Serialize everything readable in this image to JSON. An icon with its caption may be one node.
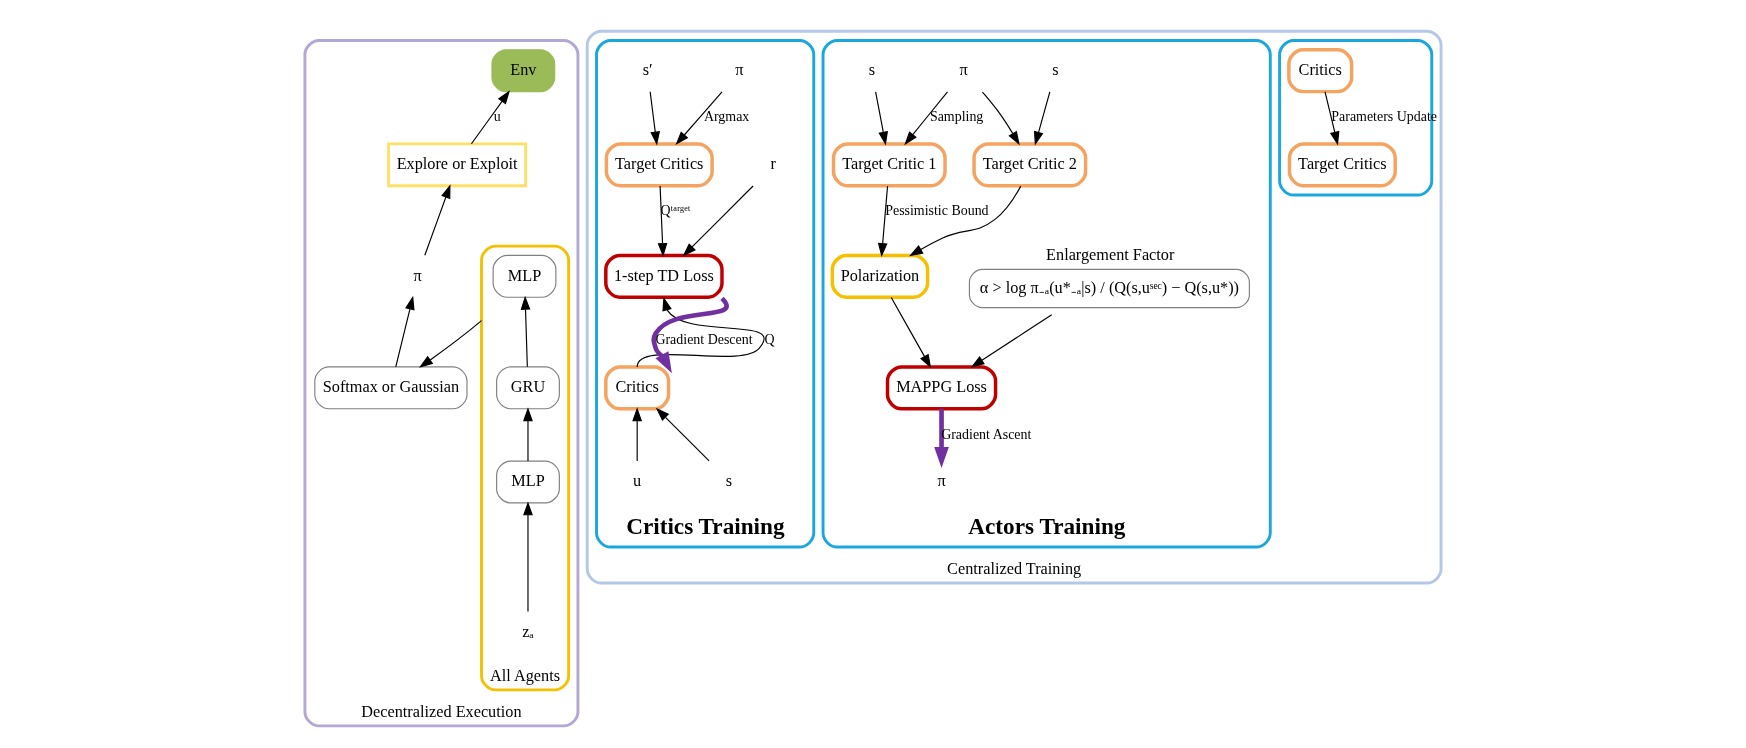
{
  "diagram": {
    "nodes": [
      {
        "text": [
          "Decentralized Execution"
        ]
      },
      {
        "text": [
          "All Agents"
        ],
        "in": 0
      },
      {
        "text": [
          "MLP"
        ],
        "in": 1
      },
      {
        "text": [
          "GRU"
        ],
        "in": 1
      },
      {
        "text": [
          "MLP"
        ],
        "in": 1
      },
      {
        "text": [
          "zₐ"
        ],
        "in": 1
      },
      {
        "text": [
          "Softmax or Gaussian"
        ],
        "in": 0
      },
      {
        "text": [
          "π"
        ],
        "in": 0
      },
      {
        "text": [
          "Explore or Exploit"
        ],
        "in": 0
      },
      {
        "text": [
          "Env"
        ],
        "in": 0
      },
      {
        "text": [
          "Centralized Training"
        ]
      },
      {
        "text": [
          "Critics Training"
        ],
        "in": 10
      },
      {
        "text": [
          "s′"
        ],
        "in": 11
      },
      {
        "text": [
          "π"
        ],
        "in": 11
      },
      {
        "text": [
          "Target Critics"
        ],
        "in": 11
      },
      {
        "text": [
          "r"
        ],
        "in": 11
      },
      {
        "text": [
          "1-step TD Loss"
        ],
        "in": 11
      },
      {
        "text": [
          "Critics"
        ],
        "in": 11
      },
      {
        "text": [
          "s"
        ],
        "in": 11
      },
      {
        "text": [
          "u"
        ],
        "in": 11
      },
      {
        "text": [
          "Actors Training"
        ],
        "in": 10
      },
      {
        "text": [
          "s"
        ],
        "in": 20
      },
      {
        "text": [
          "π"
        ],
        "in": 20
      },
      {
        "text": [
          "s"
        ],
        "in": 20
      },
      {
        "text": [
          "Target Critic 1"
        ],
        "in": 20
      },
      {
        "text": [
          "Target Critic 2"
        ],
        "in": 20
      },
      {
        "text": [
          "Polarization"
        ],
        "in": 20
      },
      {
        "text": [
          "α > log π₋ₐ(u*₋ₐ|s) / (Q(s,uˢᵉᶜ) − Q(s,u*))"
        ],
        "beside": [
          "Enlargement Factor"
        ],
        "in": 20
      },
      {
        "text": [
          "MAPPG Loss"
        ],
        "in": 20
      },
      {
        "text": [
          "π"
        ],
        "in": 20
      },
      {
        "text": [],
        "shape": "box",
        "in": 10
      },
      {
        "text": [
          "Critics"
        ],
        "in": 30
      },
      {
        "text": [
          "Target Critics"
        ],
        "in": 30
      }
    ],
    "edges": [
      {
        "from": 5,
        "to": 4,
        "arrow": "to"
      },
      {
        "from": 4,
        "to": 3,
        "arrow": "to"
      },
      {
        "from": 3,
        "to": 2,
        "arrow": "to"
      },
      {
        "from": 1,
        "to": 6,
        "arrow": "to"
      },
      {
        "from": 6,
        "to": 7,
        "arrow": "to"
      },
      {
        "from": 7,
        "to": 8,
        "arrow": "to"
      },
      {
        "from": 8,
        "to": 9,
        "label": "u",
        "arrow": "to"
      },
      {
        "from": 12,
        "to": 14,
        "arrow": "to"
      },
      {
        "from": 13,
        "to": 14,
        "label": "Argmax",
        "arrow": "to"
      },
      {
        "from": 15,
        "to": 16,
        "arrow": "to"
      },
      {
        "from": 14,
        "to": 16,
        "label": "Qᵗᵃʳᵍᵉᵗ",
        "arrow": "to"
      },
      {
        "from": 17,
        "to": 16,
        "label": "Q",
        "arrow": "to"
      },
      {
        "from": 16,
        "to": 17,
        "label": "Gradient Descent",
        "arrow": "to",
        "style": "thick",
        "color": "#7030a0"
      },
      {
        "from": 18,
        "to": 17,
        "arrow": "to"
      },
      {
        "from": 19,
        "to": 17,
        "arrow": "to"
      },
      {
        "from": 21,
        "to": 24,
        "arrow": "to"
      },
      {
        "from": 22,
        "to": 24,
        "label": "Sampling",
        "arrow": "to"
      },
      {
        "from": 22,
        "to": 25,
        "arrow": "to"
      },
      {
        "from": 23,
        "to": 25,
        "arrow": "to"
      },
      {
        "from": 24,
        "to": 26,
        "label": "Pessimistic Bound",
        "arrow": "to"
      },
      {
        "from": 25,
        "to": 26,
        "arrow": "to"
      },
      {
        "from": 26,
        "to": 28,
        "arrow": "to"
      },
      {
        "from": 27,
        "to": 28,
        "arrow": "to"
      },
      {
        "from": 28,
        "to": 29,
        "label": "Gradient Ascent",
        "arrow": "to",
        "style": "thick",
        "color": "#7030a0"
      },
      {
        "from": 31,
        "to": 32,
        "label": "Parameters Update",
        "arrow": "to"
      }
    ]
  }
}
